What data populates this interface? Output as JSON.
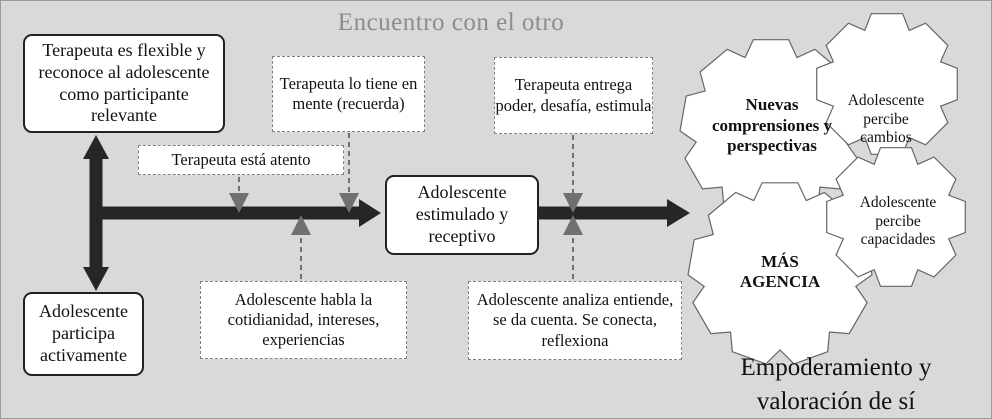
{
  "title": "Encuentro con el otro",
  "boxes": {
    "therapist_flexible": "Terapeuta es flexible y reconoce al adolescente como participante relevante",
    "participates": "Adolescente participa activamente",
    "stimulated": "Adolescente estimulado y receptivo"
  },
  "dashed": {
    "attentive": "Terapeuta está atento",
    "in_mind": "Terapeuta lo tiene en mente (recuerda)",
    "everyday": "Adolescente habla la cotidianidad, intereses, experiencias",
    "empowers": "Terapeuta entrega poder, desafía, estimula",
    "analyzes": "Adolescente analiza entiende, se da cuenta. Se conecta, reflexiona"
  },
  "gears": {
    "new_understandings": "Nuevas comprensiones y perspectivas",
    "more_agency": "MÁS AGENCIA",
    "perceives_changes": "Adolescente percibe cambios",
    "perceives_capacities": "Adolescente percibe capacidades"
  },
  "footer": "Empoderamiento y valoración de sí",
  "colors": {
    "background": "#d9d9d9",
    "gear_fill": "#ffffff",
    "arrow": "#262626",
    "dashed_border": "#808080",
    "title": "#8c8c8c"
  }
}
